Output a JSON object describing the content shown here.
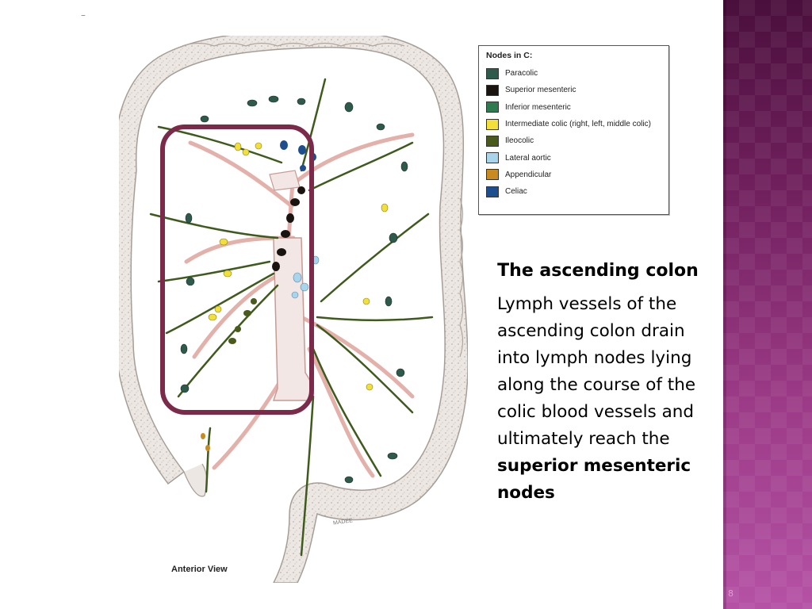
{
  "slide": {
    "number": "8",
    "dash": "–"
  },
  "diagram": {
    "caption": "Anterior View",
    "artist": "MADEE"
  },
  "legend": {
    "title": "Nodes in C:",
    "items": [
      {
        "label": "Paracolic",
        "color": "#2e5a4b"
      },
      {
        "label": "Superior mesenteric",
        "color": "#1a1410"
      },
      {
        "label": "Inferior mesenteric",
        "color": "#2f7a4f"
      },
      {
        "label": "Intermediate colic (right, left, middle colic)",
        "color": "#f2df3a"
      },
      {
        "label": "Ileocolic",
        "color": "#4a5a1c"
      },
      {
        "label": "Lateral aortic",
        "color": "#a8d4ec"
      },
      {
        "label": "Appendicular",
        "color": "#c98a20"
      },
      {
        "label": "Celiac",
        "color": "#1f4e8f"
      }
    ]
  },
  "text": {
    "heading": "The ascending colon",
    "body": "Lymph vessels of the ascending colon drain into lymph nodes lying along the course of the colic blood vessels and ultimately reach the",
    "body_bold": "superior mesenteric nodes"
  },
  "colors": {
    "highlight_frame": "#7b2a4a",
    "band_top": "#4a0f3c",
    "band_bottom": "#b552a5",
    "colon_fill": "#ebe6e2",
    "vessel": "#e9b8b2",
    "lymph_vessel": "#3e5a1c"
  }
}
